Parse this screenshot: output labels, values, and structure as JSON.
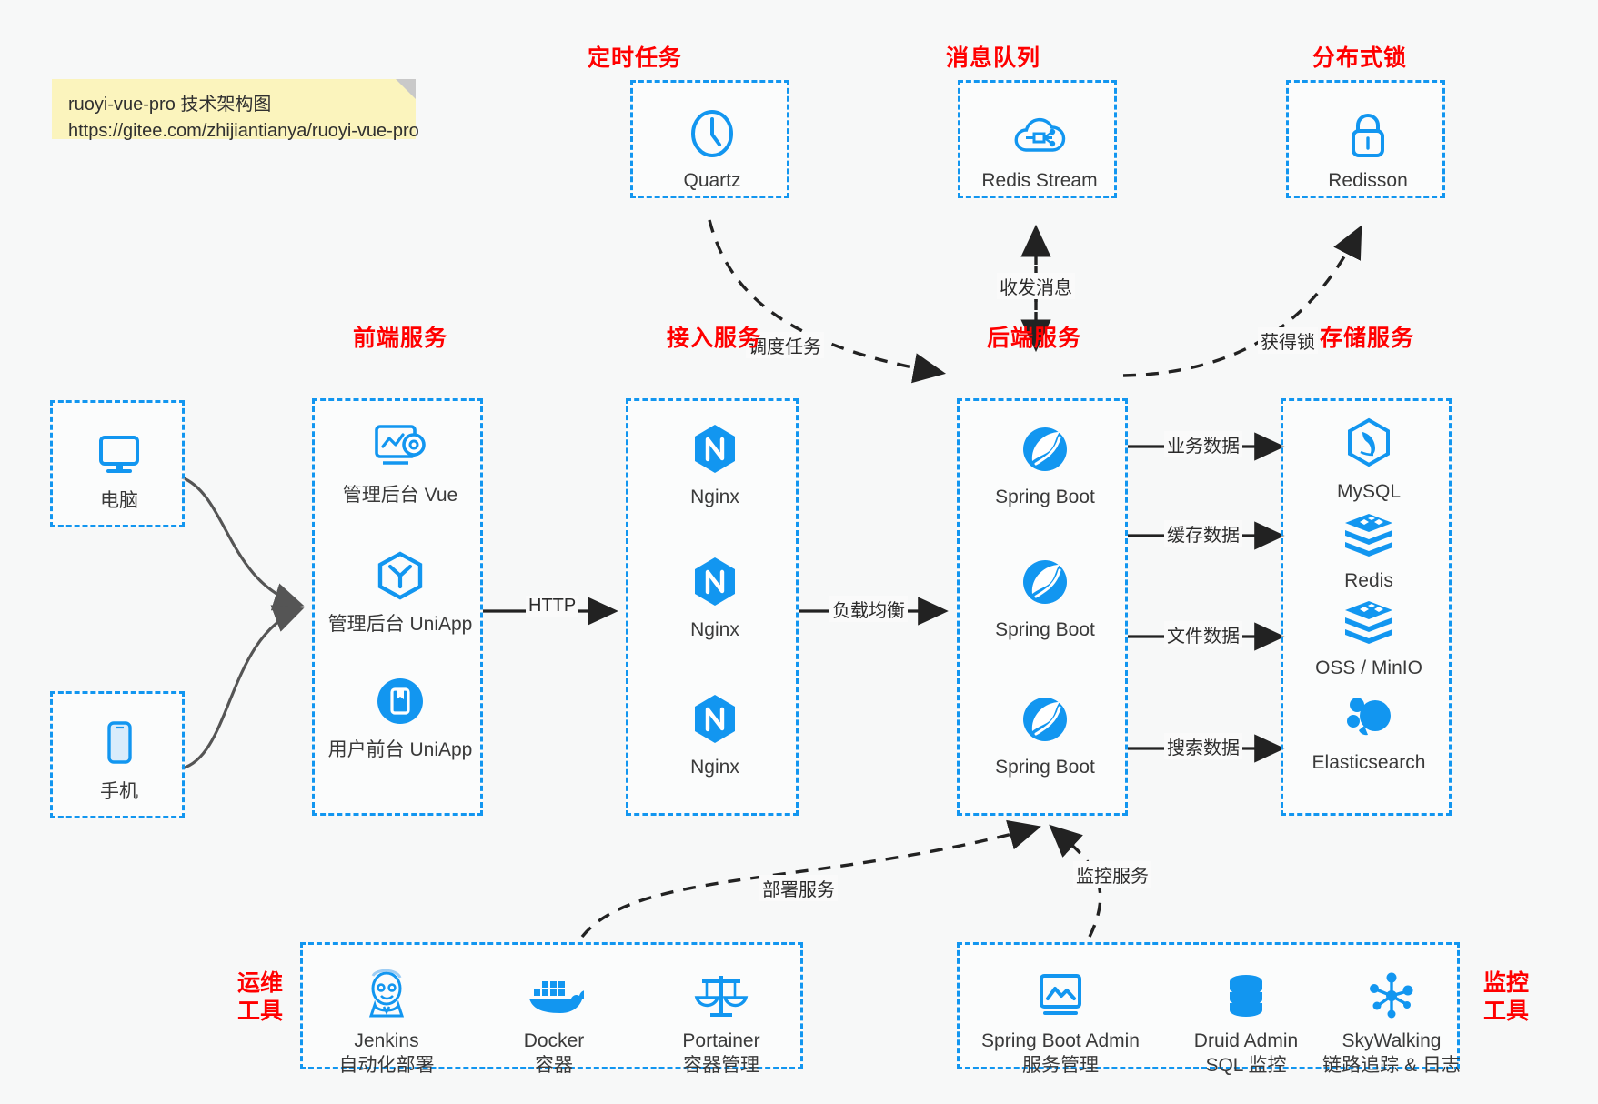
{
  "note": {
    "line1": "ruoyi-vue-pro 技术架构图",
    "line2": "https://gitee.com/zhijiantianya/ruoyi-vue-pro"
  },
  "groups": {
    "scheduler": {
      "title": "定时任务"
    },
    "mq": {
      "title": "消息队列"
    },
    "lock": {
      "title": "分布式锁"
    },
    "frontend": {
      "title": "前端服务"
    },
    "gateway": {
      "title": "接入服务"
    },
    "backend": {
      "title": "后端服务"
    },
    "storage": {
      "title": "存储服务"
    },
    "devops": {
      "title": "运维\n工具",
      "line1": "运维",
      "line2": "工具"
    },
    "monitor": {
      "title": "监控\n工具",
      "line1": "监控",
      "line2": "工具"
    }
  },
  "nodes": {
    "quartz": {
      "label": "Quartz",
      "icon": "clock-icon"
    },
    "redis_stream": {
      "label": "Redis Stream",
      "icon": "cloud-mq-icon"
    },
    "redisson": {
      "label": "Redisson",
      "icon": "lock-icon"
    },
    "pc": {
      "label": "电脑",
      "icon": "desktop-icon"
    },
    "mobile": {
      "label": "手机",
      "icon": "phone-icon"
    },
    "admin_vue": {
      "label": "管理后台 Vue",
      "icon": "dashboard-gear-icon"
    },
    "admin_uniapp": {
      "label": "管理后台 UniApp",
      "icon": "cube-y-icon"
    },
    "user_uniapp": {
      "label": "用户前台 UniApp",
      "icon": "app-square-icon"
    },
    "nginx1": {
      "label": "Nginx",
      "icon": "nginx-icon"
    },
    "nginx2": {
      "label": "Nginx",
      "icon": "nginx-icon"
    },
    "nginx3": {
      "label": "Nginx",
      "icon": "nginx-icon"
    },
    "springboot1": {
      "label": "Spring Boot",
      "icon": "spring-leaf-icon"
    },
    "springboot2": {
      "label": "Spring Boot",
      "icon": "spring-leaf-icon"
    },
    "springboot3": {
      "label": "Spring Boot",
      "icon": "spring-leaf-icon"
    },
    "mysql": {
      "label": "MySQL",
      "icon": "mysql-dolphin-icon"
    },
    "redis": {
      "label": "Redis",
      "icon": "redis-stack-icon"
    },
    "oss": {
      "label": "OSS / MinIO",
      "icon": "oss-stack-icon"
    },
    "elasticsearch": {
      "label": "Elasticsearch",
      "icon": "elasticsearch-icon"
    },
    "jenkins": {
      "label": "Jenkins",
      "sublabel": "自动化部署",
      "icon": "jenkins-butler-icon"
    },
    "docker": {
      "label": "Docker",
      "sublabel": "容器",
      "icon": "docker-whale-icon"
    },
    "portainer": {
      "label": "Portainer",
      "sublabel": "容器管理",
      "icon": "scales-icon"
    },
    "sba": {
      "label": "Spring Boot Admin",
      "sublabel": "服务管理",
      "icon": "monitor-chart-icon"
    },
    "druid": {
      "label": "Druid Admin",
      "sublabel": "SQL 监控",
      "icon": "database-icon"
    },
    "skywalking": {
      "label": "SkyWalking",
      "sublabel": "链路追踪 & 日志",
      "icon": "skywalking-node-icon"
    }
  },
  "edges": {
    "schedule_task": "调度任务",
    "send_receive_message": "收发消息",
    "acquire_lock": "获得锁",
    "http": "HTTP",
    "load_balance": "负载均衡",
    "business_data": "业务数据",
    "cache_data": "缓存数据",
    "file_data": "文件数据",
    "search_data": "搜索数据",
    "deploy_service": "部署服务",
    "monitor_service": "监控服务"
  },
  "colors": {
    "accent_blue": "#1296f0",
    "title_red": "#ff0000",
    "note_yellow": "#fbf4bd",
    "background": "#f7f8f8",
    "arrow_dark": "#222222",
    "curve_gray": "#555555"
  }
}
